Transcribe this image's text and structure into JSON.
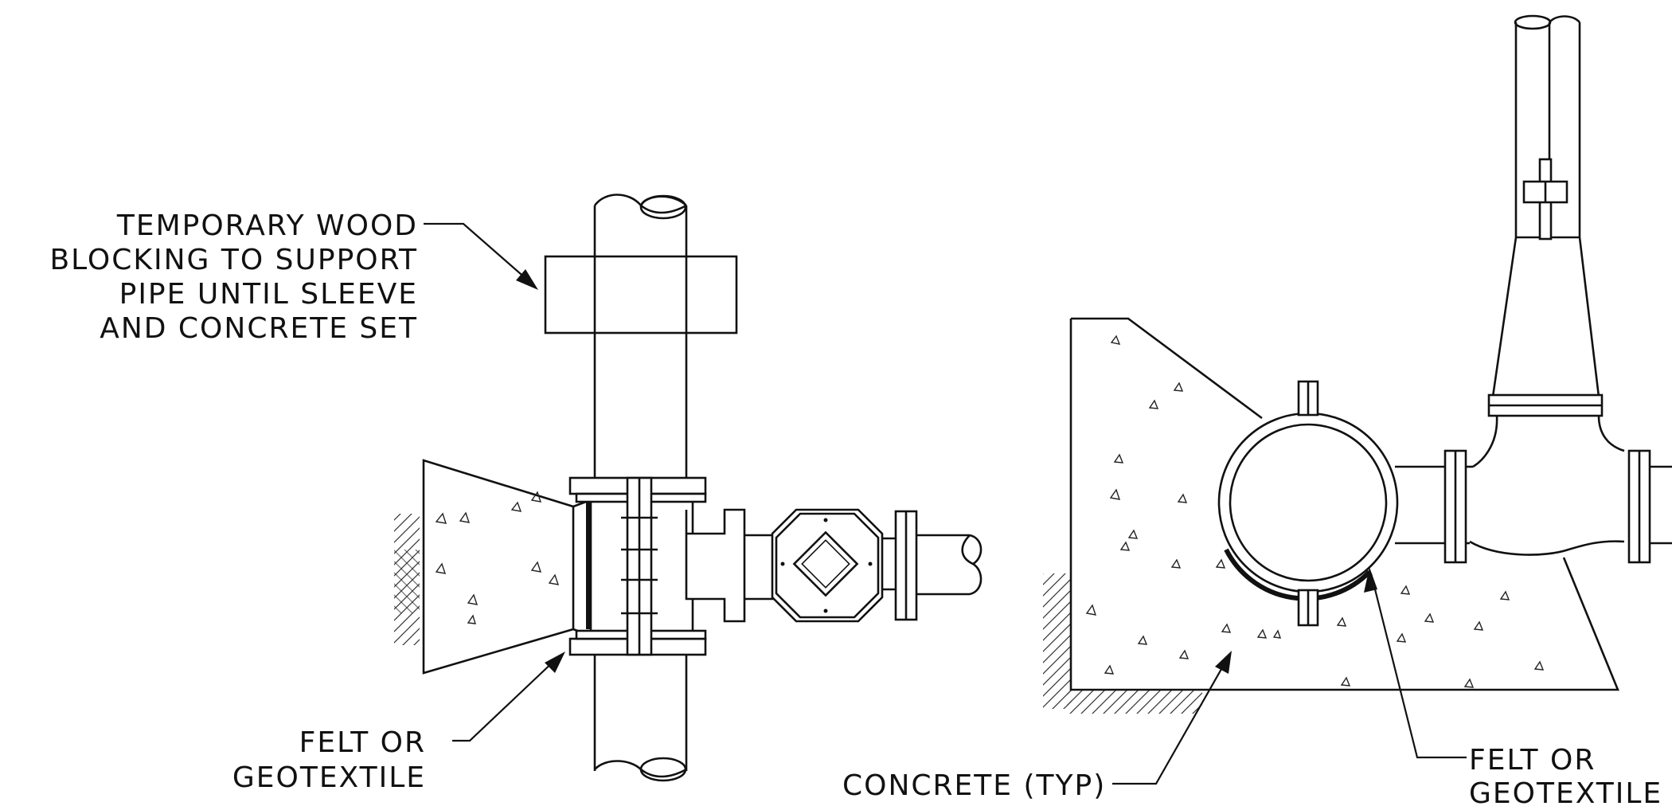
{
  "labels": {
    "blocking": [
      "TEMPORARY WOOD",
      "BLOCKING TO SUPPORT",
      "PIPE UNTIL SLEEVE",
      "AND CONCRETE SET"
    ],
    "felt_left": [
      "FELT OR",
      "GEOTEXTILE"
    ],
    "concrete": "CONCRETE (TYP)",
    "felt_right": [
      "FELT OR",
      "GEOTEXTILE"
    ]
  },
  "colors": {
    "ink": "#111111",
    "background": "#ffffff"
  }
}
